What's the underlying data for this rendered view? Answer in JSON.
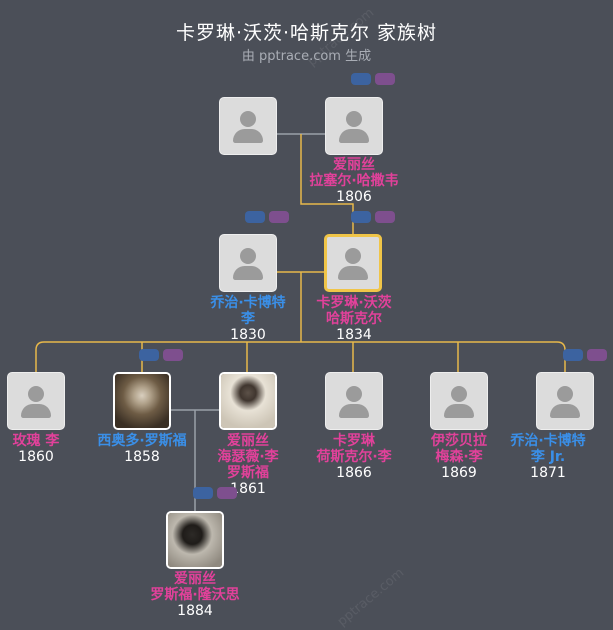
{
  "title": "卡罗琳·沃茨·哈斯克尔 家族树",
  "subtitle": "由 pptrace.com 生成",
  "watermark": "pptrace.com",
  "colors": {
    "female": "#e1419a",
    "male": "#3a8fe8",
    "focus_border": "#f0c548",
    "line_gold": "#e8b84a",
    "line_grey": "#9aa0a8"
  },
  "persons": {
    "gp_father": {
      "name": "",
      "year": ""
    },
    "gp_mother": {
      "name1": "爱丽丝",
      "name2": "拉塞尔·哈撒韦",
      "year": "1806"
    },
    "father": {
      "name1": "乔治·卡博特",
      "name2": "李",
      "year": "1830"
    },
    "focus": {
      "name1": "卡罗琳·沃茨",
      "name2": "哈斯克尔",
      "year": "1834"
    },
    "c1": {
      "name1": "玫瑰 李",
      "name2": "",
      "year": "1860"
    },
    "c2_spouse": {
      "name1": "西奥多·罗斯福",
      "name2": "",
      "year": "1858"
    },
    "c2": {
      "name1": "爱丽丝",
      "name2": "海瑟薇·李",
      "name3": "罗斯福",
      "year": "1861"
    },
    "c3": {
      "name1": "卡罗琳",
      "name2": "荷斯克尔·李",
      "year": "1866"
    },
    "c4": {
      "name1": "伊莎贝拉",
      "name2": "梅森·李",
      "year": "1869"
    },
    "c5": {
      "name1": "乔治·卡博特",
      "name2": "李 Jr.",
      "year": "1871"
    },
    "gc1": {
      "name1": "爱丽丝",
      "name2": "罗斯福·隆沃思",
      "year": "1884"
    }
  }
}
